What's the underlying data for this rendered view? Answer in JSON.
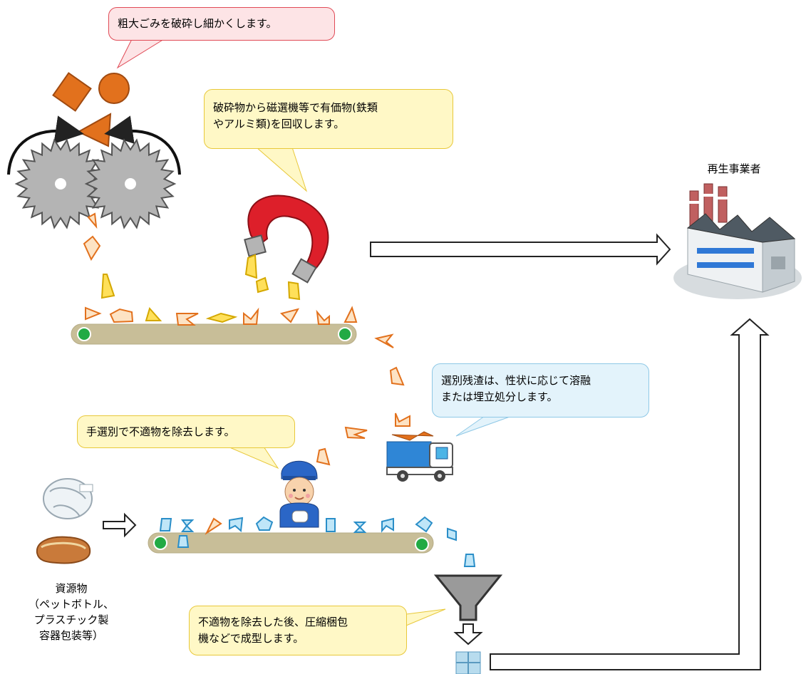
{
  "callouts": {
    "crusher": "粗大ごみを破砕し細かくします。",
    "magnet_line1": "破砕物から磁選機等で有価物(鉄類",
    "magnet_line2": "やアルミ類)を回収します。",
    "residue_line1": "選別残渣は、性状に応じて溶融",
    "residue_line2": "または埋立処分します。",
    "hand_sort": "手選別で不適物を除去します。",
    "compress_line1": "不適物を除去した後、圧縮梱包",
    "compress_line2": "機などで成型します。"
  },
  "labels": {
    "recycler": "再生事業者",
    "resource_line1": "資源物",
    "resource_line2": "（ペットボトル、",
    "resource_line3": "プラスチック製",
    "resource_line4": "容器包装等）"
  },
  "colors": {
    "orange": "#e2711d",
    "yellow": "#ffd200",
    "blue": "#4cb4e6",
    "belt": "#c8be98",
    "roller": "#22aa44",
    "gear": "#b4b4b4"
  },
  "icons": [
    "crusher-gear-icon",
    "magnet-icon",
    "factory-icon",
    "dump-truck-icon",
    "worker-icon",
    "hopper-icon",
    "bale-icon",
    "plastic-bottles-icon",
    "plastic-containers-icon"
  ]
}
